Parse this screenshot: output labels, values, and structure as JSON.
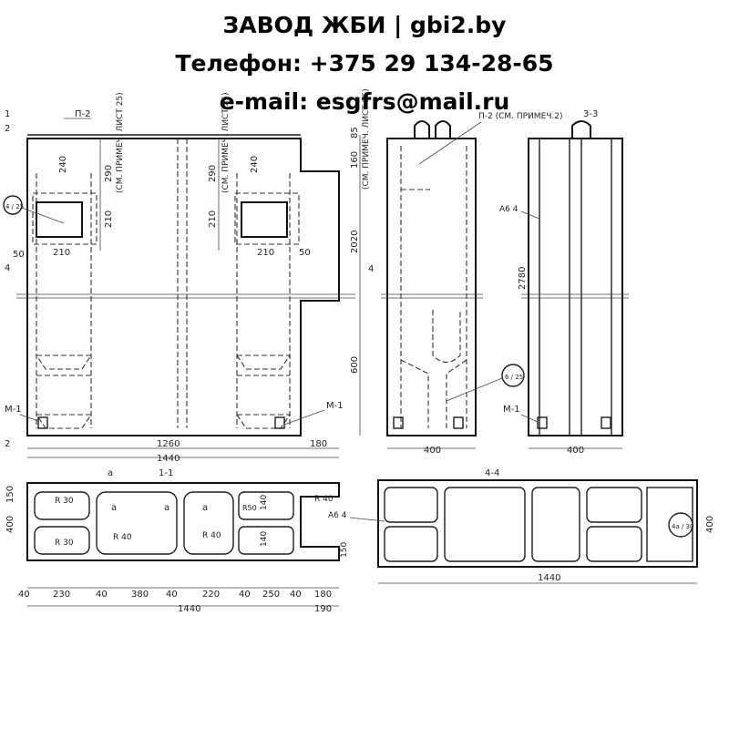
{
  "header": {
    "line1": "ЗАВОД ЖБИ | gbi2.by",
    "line2": "Телефон: +375 29 134-28-65",
    "line3": "e-mail: esgfrs@mail.ru"
  },
  "drawing": {
    "section_1_1": "1-1",
    "section_3_3": "3-3",
    "section_4_4": "4-4",
    "mark_p2_front": "П-2",
    "mark_p2_side": "П-2 (СМ. ПРИМЕЧ.2)",
    "mark_m1": "М-1",
    "mark_a64": "А6 4",
    "cut_1": "1",
    "cut_2": "2",
    "cut_4": "4",
    "cut_a": "а",
    "callout_4_25": "4 / 25",
    "callout_6_25": "6 / 25",
    "callout_4a_30": "4а / 30",
    "note_front_left": "(СМ. ПРИМЕЧ. ЛИСТ 25)",
    "note_front_right": "(СМ. ПРИМЕЧ. ЛИСТ 25)",
    "note_side": "(СМ. ПРИМЕЧ. ЛИСТ 25)",
    "dim_240": "240",
    "dim_290": "290",
    "dim_210": "210",
    "dim_50": "50",
    "dim_2020": "2020",
    "dim_600": "600",
    "dim_2780": "2780",
    "dim_1260": "1260",
    "dim_180": "180",
    "dim_1440": "1440",
    "dim_400": "400",
    "dim_160": "160",
    "dim_85": "85",
    "dim_150": "150",
    "dim_230": "230",
    "dim_40": "40",
    "dim_380": "380",
    "dim_220": "220",
    "dim_250": "250",
    "dim_140": "140",
    "dim_190": "190",
    "r30": "R 30",
    "r40": "R 40",
    "r50": "R50"
  }
}
